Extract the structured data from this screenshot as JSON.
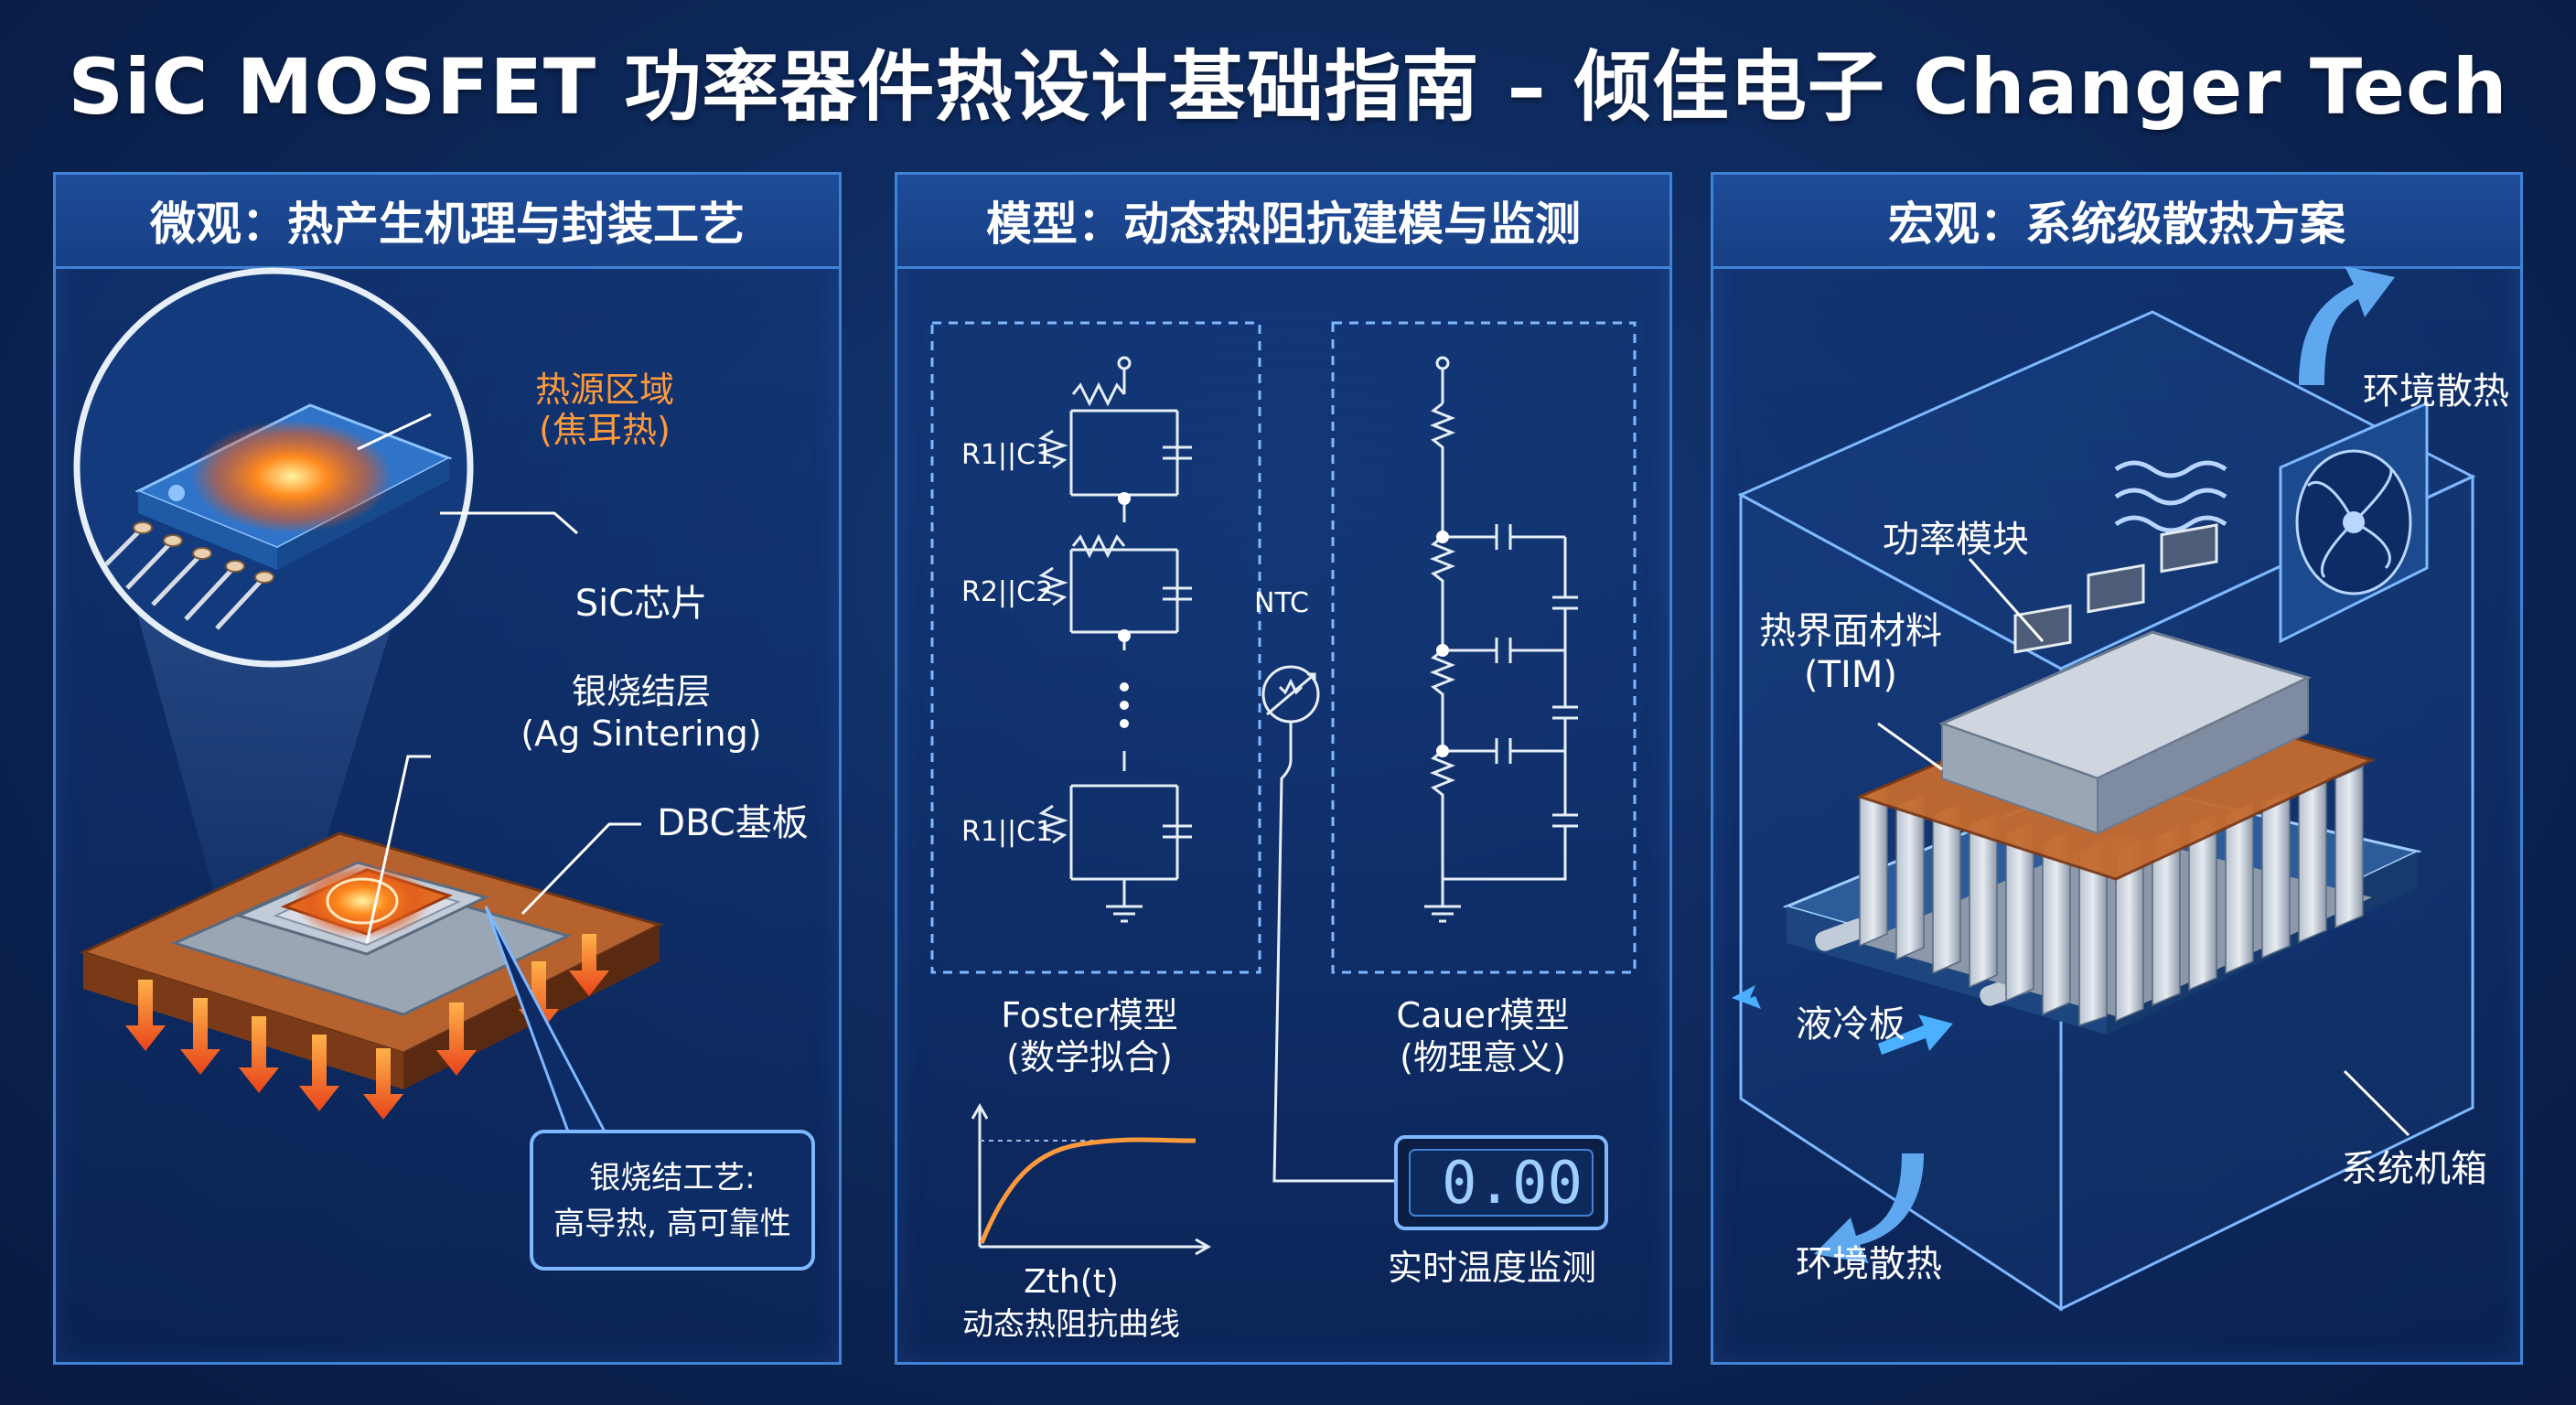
{
  "title": "SiC MOSFET  功率器件热设计基础指南 – 倾佳电子 Changer Tech",
  "panels": {
    "micro": {
      "heading": "微观：热产生机理与封装工艺",
      "heat_source_1": "热源区域",
      "heat_source_2": "(焦耳热)",
      "chip": "SiC芯片",
      "sinter_1": "银烧结层",
      "sinter_2": "(Ag Sintering)",
      "dbc": "DBC基板",
      "callout_1": "银烧结工艺:",
      "callout_2": "高导热, 高可靠性"
    },
    "model": {
      "heading": "模型：动态热阻抗建模与监测",
      "foster_r1": "R1||C1",
      "foster_r2": "R2||C2",
      "foster_rn": "R1||C1",
      "foster_1": "Foster模型",
      "foster_2": "(数学拟合)",
      "cauer_1": "Cauer模型",
      "cauer_2": "(物理意义)",
      "ntc": "NTC",
      "zth": "Zth(t)",
      "zth_caption": "动态热阻抗曲线",
      "display_value": "0.00",
      "realtime": "实时温度监测"
    },
    "macro": {
      "heading": "宏观：系统级散热方案",
      "ambient_top": "环境散热",
      "power_module": "功率模块",
      "tim_1": "热界面材料",
      "tim_2": "(TIM)",
      "cold_plate": "液冷板",
      "enclosure": "系统机箱",
      "ambient_bottom": "环境散热"
    }
  },
  "colors": {
    "background": "#0c2657",
    "panel_border": "#3f82d6",
    "heat_orange": "#ff7a1a",
    "copper": "#a8582a",
    "cold_blue": "#4ab0ff"
  }
}
